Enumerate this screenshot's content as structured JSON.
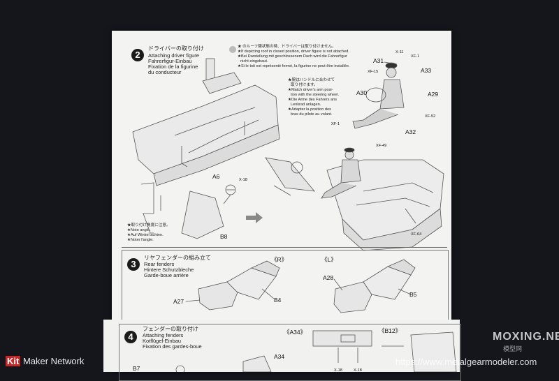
{
  "step2": {
    "number": "2",
    "title_jp": "ドライバーの取り付け",
    "title_en": "Attaching driver figure",
    "title_de": "Fahrerfigur-Einbau",
    "title_fr": "Fixation de la figurine",
    "title_fr2": "du conducteur",
    "note_roof": [
      "★ のルーフ閉状態の時、ドライバーは取り付けません。",
      "★If depicting roof in closed position, driver figure is not attached.",
      "★Bei Darstellung mit geschlossenem Dach wird die Fahrerfigur",
      "nicht eingebaut.",
      "★Si le toit est représenté fermé, la figurine ne peut être installée."
    ],
    "note_arm": [
      "★腕はハンドルに合わせて",
      "取り付けます。",
      "★Match driver's arm posi-",
      "tion with the steering wheel.",
      "★Die Arme des Fahrers ans",
      "Lenkrad anlagen.",
      "★Adapter la position des",
      "bras du pilote au volant."
    ],
    "note_angle": [
      "★取り付け角度に注意。",
      "★Note angle.",
      "★Auf Winkel achten.",
      "★Noter l'angle."
    ],
    "parts": {
      "a31": "A31",
      "x11": "X-11",
      "xf1": "XF-1",
      "a33": "A33",
      "xf15": "XF-15",
      "a30": "A30",
      "a29": "A29",
      "xf52": "XF-52",
      "xf1b": "XF-1",
      "a32": "A32",
      "xf49": "XF-49",
      "a6": "A6",
      "x18": "X-18",
      "b8": "B8",
      "xf64": "XF-64"
    }
  },
  "step3": {
    "number": "3",
    "title_jp": "リヤフェンダーの組み立て",
    "title_en": "Rear fenders",
    "title_de": "Hintere Schutzbleche",
    "title_fr": "Garde-boue arrière",
    "r": "《R》",
    "l": "《L》",
    "parts": {
      "a27": "A27",
      "b4": "B4",
      "a28": "A28",
      "b5": "B5"
    }
  },
  "step4": {
    "number": "4",
    "title_jp": "フェンダーの取り付け",
    "title_en": "Attaching fenders",
    "title_de": "Kotflügel-Einbau",
    "title_fr": "Fixation des gardes-boue",
    "a34_header": "《A34》",
    "b12_header": "《B12》",
    "parts": {
      "b7": "B7",
      "a34": "A34",
      "x18a": "X-18",
      "x18b": "X-18"
    }
  },
  "watermarks": {
    "moxing": "MOXING.NET",
    "moxing_sub": "模型网",
    "url": "https://www.metalgearmodeler.com",
    "kit_prefix": "Kit",
    "kit_rest": " Maker Network"
  },
  "colors": {
    "background": "#14161c",
    "paper": "#f3f3f1",
    "ink": "#222222"
  }
}
